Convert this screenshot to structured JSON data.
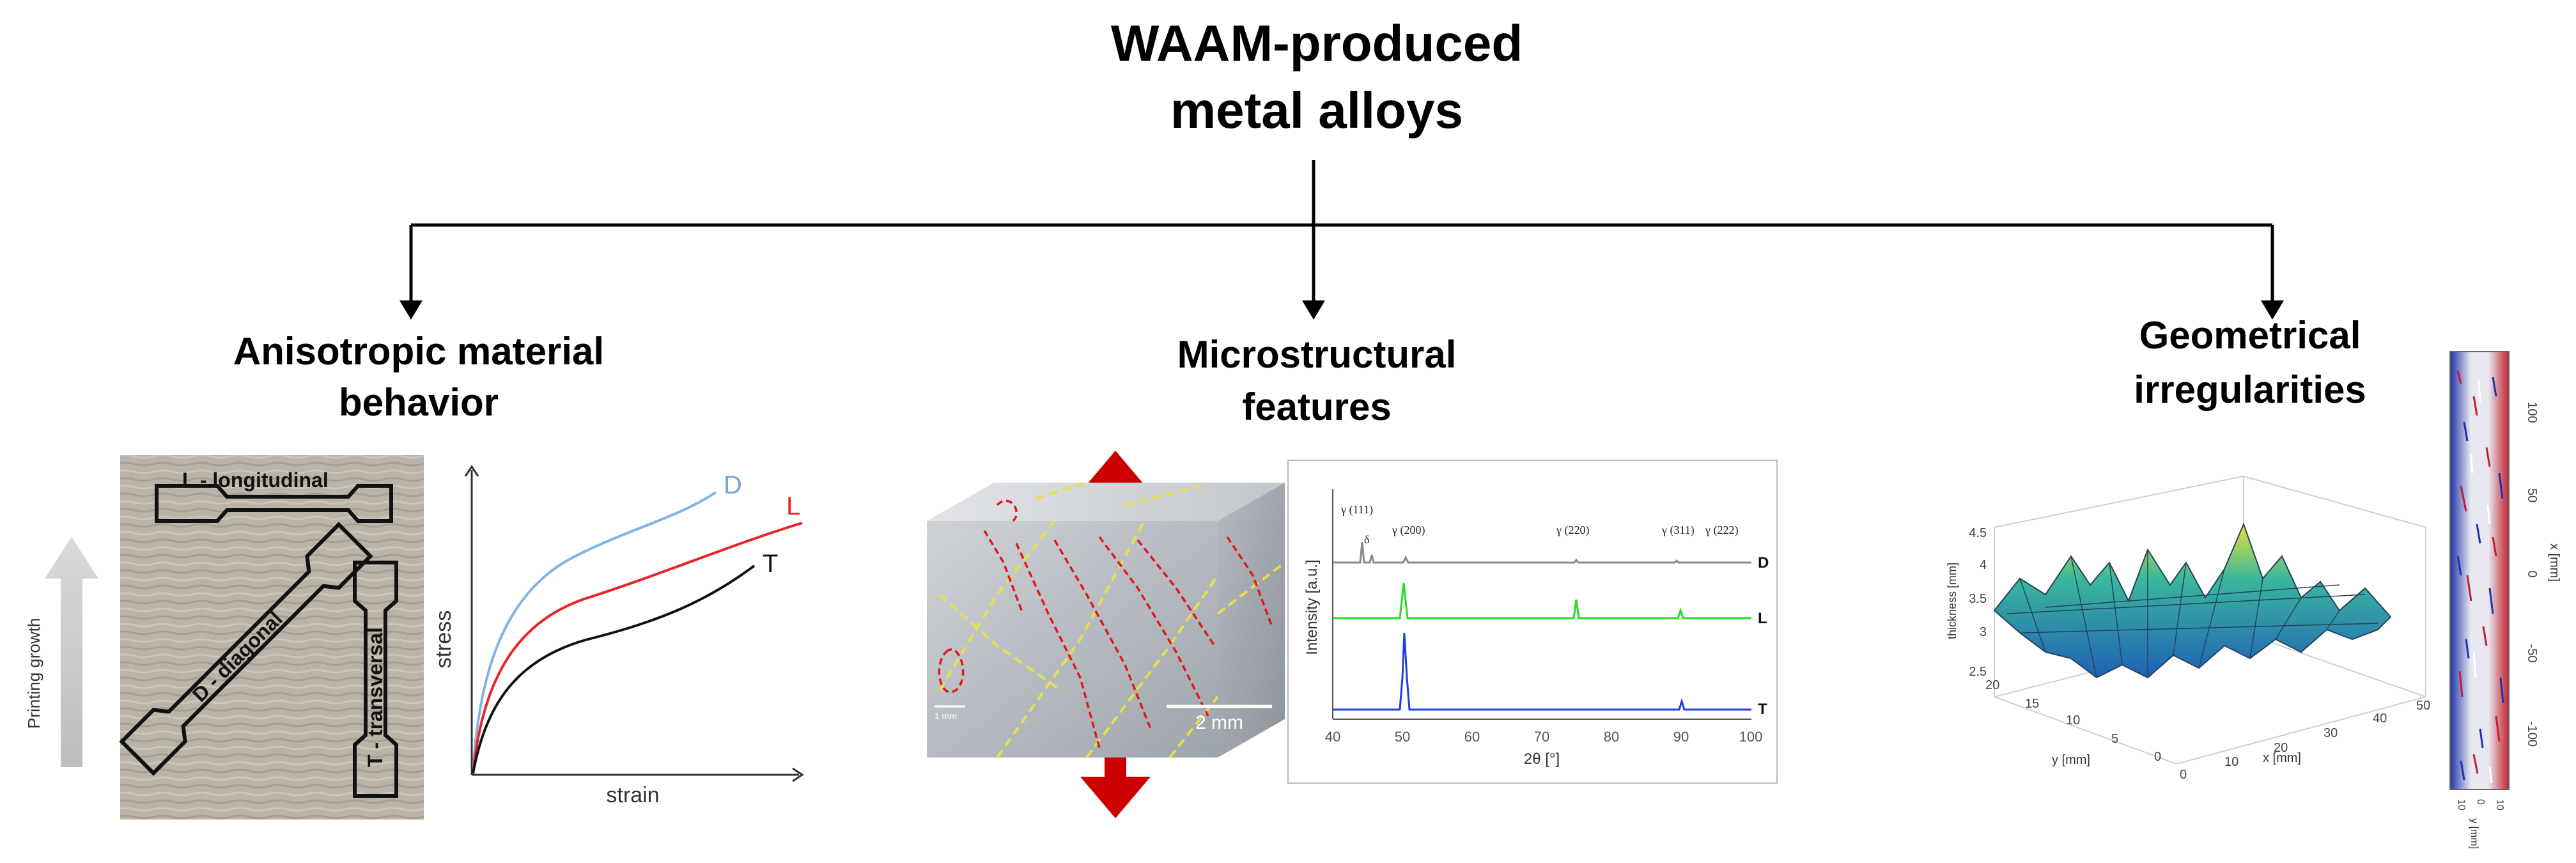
{
  "title": {
    "line1": "WAAM-produced",
    "line2": "metal alloys"
  },
  "branches": {
    "anisotropic": {
      "heading_line1": "Anisotropic material",
      "heading_line2": "behavior",
      "specimen_labels": {
        "longitudinal": "L - longitudinal",
        "diagonal": "D - diagonal",
        "transversal": "T - transversal"
      },
      "printing_label": "Printing growth",
      "curves": {
        "xlabel": "strain",
        "ylabel": "stress",
        "series": [
          "D",
          "L",
          "T"
        ]
      }
    },
    "microstructure": {
      "heading_line1": "Microstructural",
      "heading_line2": "features",
      "scale_bar": "2 mm",
      "small_scale": "1 mm",
      "xrd": {
        "ylabel": "Intensity [a.u.]",
        "xlabel": "2θ [°]",
        "peaks": [
          "γ (111)",
          "δ",
          "γ (200)",
          "γ (220)",
          "γ (311)",
          "γ (222)"
        ],
        "series": [
          "D",
          "L",
          "T"
        ],
        "xticks": [
          "40",
          "50",
          "60",
          "70",
          "80",
          "90",
          "100"
        ]
      }
    },
    "geometry": {
      "heading_line1": "Geometrical",
      "heading_line2": "irregularities",
      "surface": {
        "zlabel": "thickness [mm]",
        "ylabel": "y [mm]",
        "xlabel": "x [mm]",
        "zticks": [
          "4.5",
          "4",
          "3.5",
          "3",
          "2.5"
        ],
        "yticks": [
          "20",
          "15",
          "10",
          "5",
          "0"
        ],
        "xticks": [
          "0",
          "10",
          "20",
          "30",
          "40",
          "50"
        ]
      },
      "strip": {
        "xlabel": "x [mm]",
        "ticks": [
          "100",
          "50",
          "0",
          "-50",
          "-100"
        ],
        "bottom_ticks": [
          "10",
          "0",
          "10"
        ],
        "bottom_label": "y [mm]"
      }
    }
  },
  "colors": {
    "red": "#e8232a",
    "blue": "#1f3fd8",
    "green": "#22dd22",
    "gray": "#888888",
    "lightblue": "#7fb3e6",
    "arrowred": "#cc0000"
  }
}
